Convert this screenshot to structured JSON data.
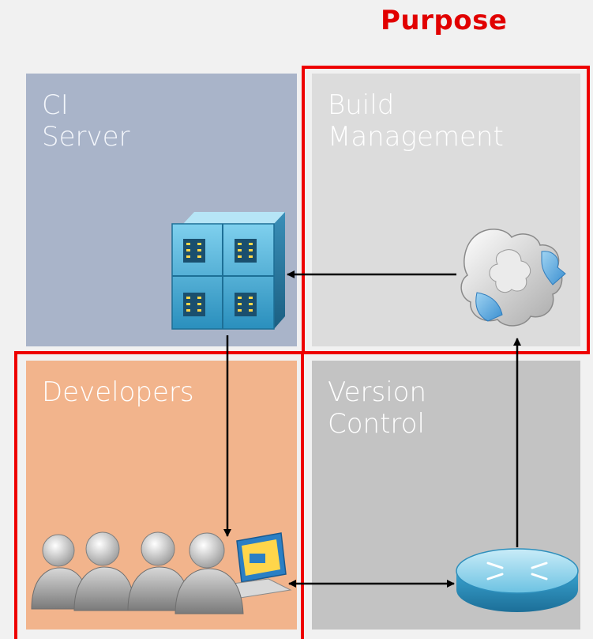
{
  "purpose_label": "Purpose",
  "quadrants": {
    "ci_server": {
      "line1": "CI",
      "line2": "Server"
    },
    "build_management": {
      "line1": "Build",
      "line2": "Management"
    },
    "developers": {
      "line1": "Developers"
    },
    "version_control": {
      "line1": "Version",
      "line2": "Control"
    }
  },
  "colors": {
    "highlight": "#ee0000",
    "ci_server_bg": "#a9b4c9",
    "build_management_bg": "#dcdcdc",
    "developers_bg": "#f2b48c",
    "version_control_bg": "#c3c3c3"
  },
  "icons": {
    "ci_server": "server-rack-icon",
    "build_management": "puzzle-icon",
    "developers": "developers-group-icon",
    "version_control": "router-icon"
  }
}
